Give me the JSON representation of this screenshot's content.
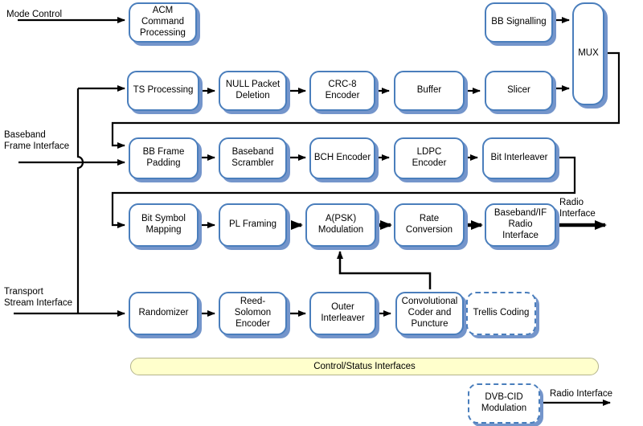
{
  "colors": {
    "box_border": "#4a7ebc",
    "box_shadow": "#7495cb",
    "banner_fill": "#ffffcc",
    "connector": "#000000"
  },
  "blocks": {
    "acm": "ACM\nCommand\nProcessing",
    "bb_signalling": "BB Signalling",
    "mux": "MUX",
    "ts_processing": "TS Processing",
    "null_packet_deletion": "NULL Packet\nDeletion",
    "crc8_encoder": "CRC-8\nEncoder",
    "buffer": "Buffer",
    "slicer": "Slicer",
    "bb_frame_padding": "BB Frame\nPadding",
    "baseband_scrambler": "Baseband\nScrambler",
    "bch_encoder": "BCH Encoder",
    "ldpc_encoder": "LDPC\nEncoder",
    "bit_interleaver": "Bit Interleaver",
    "bit_symbol_mapping": "Bit Symbol\nMapping",
    "pl_framing": "PL Framing",
    "apsk_modulation": "A(PSK)\nModulation",
    "rate_conversion": "Rate\nConversion",
    "baseband_if_radio_interface": "Baseband/IF\nRadio\nInterface",
    "randomizer": "Randomizer",
    "reed_solomon_encoder": "Reed-\nSolomon\nEncoder",
    "outer_interleaver": "Outer\nInterleaver",
    "convolutional_coder": "Convolutional\nCoder and\nPuncture",
    "trellis_coding": "Trellis Coding",
    "dvb_cid_modulation": "DVB-CID\nModulation"
  },
  "banner": {
    "label": "Control/Status Interfaces"
  },
  "labels": {
    "mode_control": "Mode Control",
    "baseband_frame_interface": "Baseband\nFrame Interface",
    "transport_stream_interface": "Transport\nStream Interface",
    "radio_interface_out": "Radio\nInterface",
    "radio_interface_cid": "Radio Interface"
  }
}
